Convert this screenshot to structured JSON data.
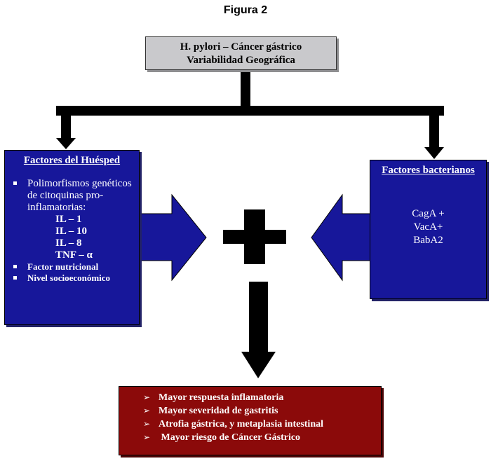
{
  "figure_title": "Figura 2",
  "top_box": {
    "line1": "H. pylori – Cáncer gástrico",
    "line2": "Variabilidad Geográfica"
  },
  "host_box": {
    "heading": "Factores del Huésped",
    "items": [
      "Polimorfismos genéticos de citoquinas pro-inflamatorias:",
      "Factor nutricional",
      "Nivel socioeconómico"
    ],
    "sub_items": [
      "IL – 1",
      "IL – 10",
      "IL – 8",
      "TNF – α"
    ]
  },
  "bacterial_box": {
    "heading": "Factores bacterianos",
    "items": [
      "CagA +",
      "VacA+",
      "BabA2"
    ]
  },
  "outcome_box": {
    "items": [
      "Mayor respuesta inflamatoria",
      "Mayor severidad de gastritis",
      "Atrofia gástrica, y metaplasia intestinal",
      " Mayor riesgo de Cáncer Gástrico"
    ]
  },
  "colors": {
    "blue_box": "#17179a",
    "red_box": "#8b0a0a",
    "gray_box": "#c9c9cc",
    "arrows": "#000000"
  }
}
